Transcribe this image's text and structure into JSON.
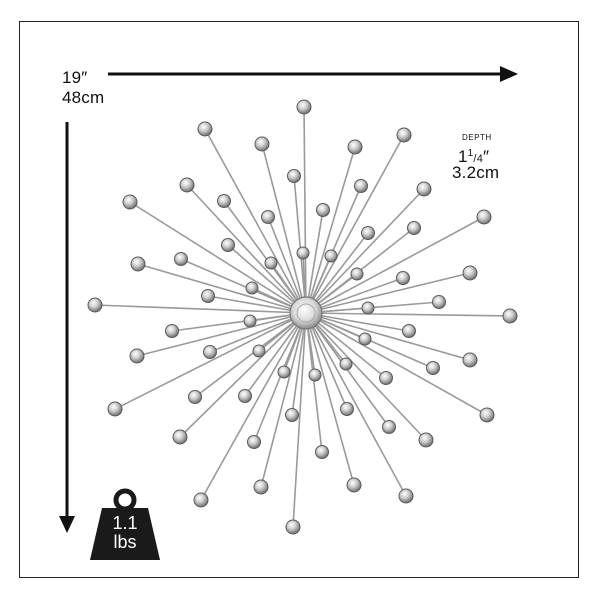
{
  "dimensions": {
    "width_in": "19″",
    "width_cm": "48cm",
    "depth_caption": "DEPTH",
    "depth_whole": "1",
    "depth_num": "1",
    "depth_den": "4",
    "depth_suffix": "″",
    "depth_cm": "3.2cm"
  },
  "weight": {
    "value": "1.1",
    "unit": "lbs",
    "icon": "weight-icon"
  },
  "colors": {
    "frame": "#222222",
    "arrow": "#111111",
    "rod": "#9a9a9a",
    "gem": "#c8c8c8",
    "weight": "#1a1a1a"
  }
}
